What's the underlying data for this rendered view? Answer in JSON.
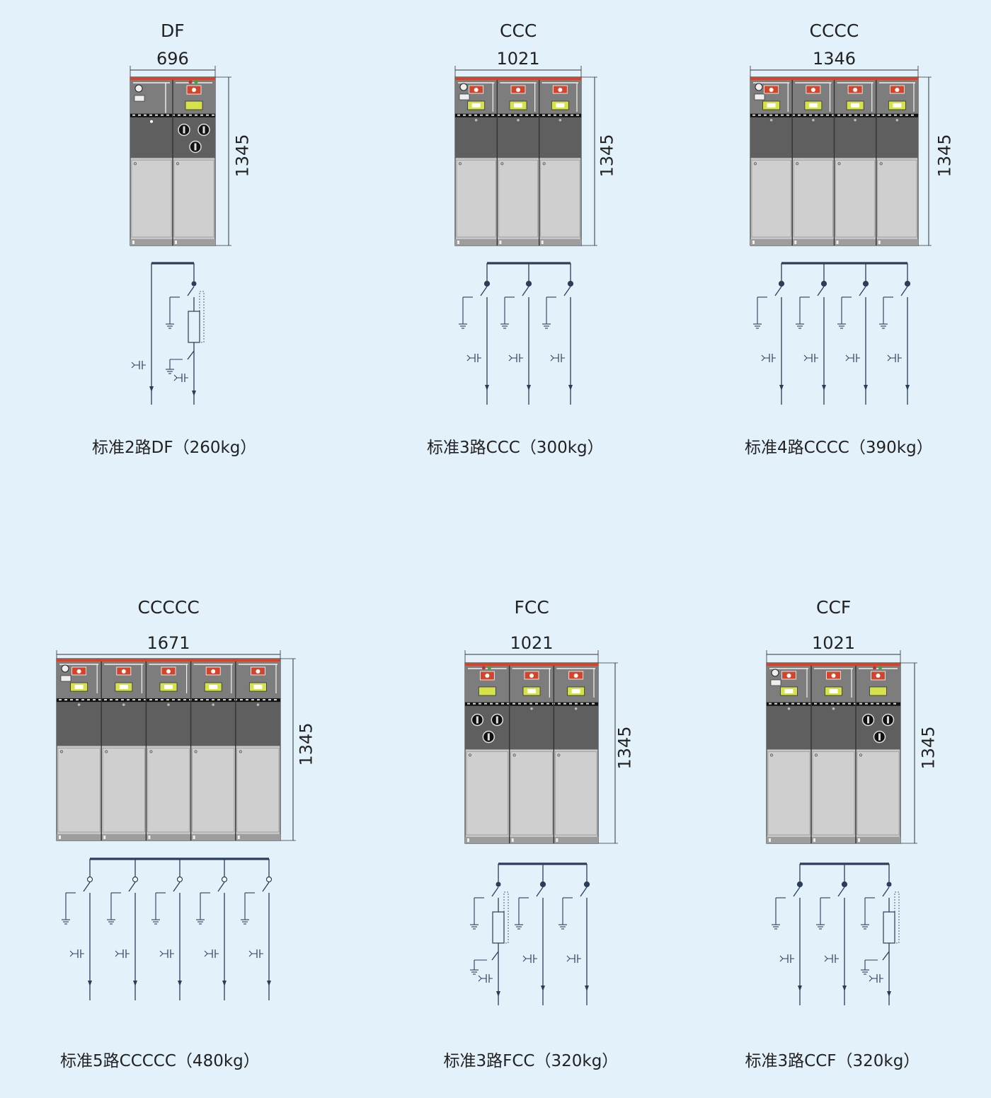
{
  "units": [
    {
      "code": "DF",
      "width": "696",
      "height": "1345",
      "caption": "标准2路DF（260kg）",
      "layout": [
        "D",
        "F"
      ]
    },
    {
      "code": "CCC",
      "width": "1021",
      "height": "1345",
      "caption": "标准3路CCC（300kg）",
      "layout": [
        "C",
        "C",
        "C"
      ]
    },
    {
      "code": "CCCC",
      "width": "1346",
      "height": "1345",
      "caption": "标准4路CCCC（390kg）",
      "layout": [
        "C",
        "C",
        "C",
        "C"
      ]
    },
    {
      "code": "CCCCC",
      "width": "1671",
      "height": "1345",
      "caption": "标准5路CCCCC（480kg）",
      "layout": [
        "C",
        "C",
        "C",
        "C",
        "C"
      ]
    },
    {
      "code": "FCC",
      "width": "1021",
      "height": "1345",
      "caption": "标准3路FCC（320kg）",
      "layout": [
        "F",
        "C",
        "C"
      ]
    },
    {
      "code": "CCF",
      "width": "1021",
      "height": "1345",
      "caption": "标准3路CCF（320kg）",
      "layout": [
        "C",
        "C",
        "F"
      ]
    }
  ],
  "colors": {
    "background": "#e3f1fb",
    "cabinet_top": "#7d7d7d",
    "cabinet_mid": "#5f5f5f",
    "cabinet_low": "#c7c7c7",
    "red_strip": "#d2452c",
    "yellow_box": "#d6e24a",
    "line": "#2a3e5a"
  },
  "icons": [
    "cabinet-front-view",
    "single-line-diagram",
    "earth-symbol",
    "capacitor-symbol",
    "load-switch-symbol",
    "fuse-symbol"
  ]
}
